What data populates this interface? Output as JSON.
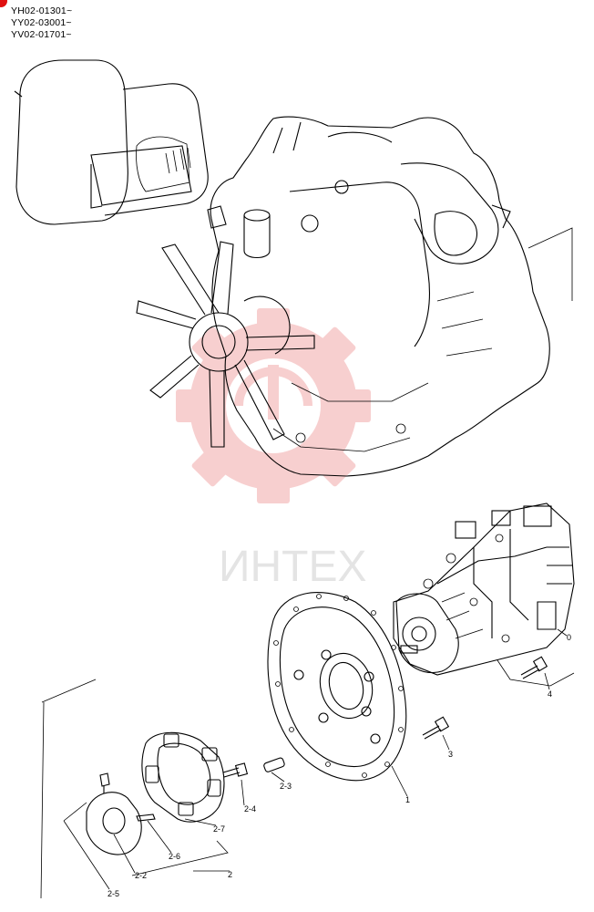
{
  "header": {
    "serials": [
      "YH02-01301~",
      "YY02-03001~",
      "YV02-01701~"
    ]
  },
  "watermark": {
    "text": "ИНТЕХ",
    "color": "#f2b3b3"
  },
  "callouts": {
    "part_0": "0",
    "part_1": "1",
    "part_2": "2",
    "part_2_2": "2-2",
    "part_2_3": "2-3",
    "part_2_4": "2-4",
    "part_2_5": "2-5",
    "part_2_6": "2-6",
    "part_2_7": "2-7",
    "part_3": "3",
    "part_4": "4"
  },
  "icons": {
    "corner_badge": "red-dot-icon",
    "watermark_logo": "gear-logo-icon"
  }
}
